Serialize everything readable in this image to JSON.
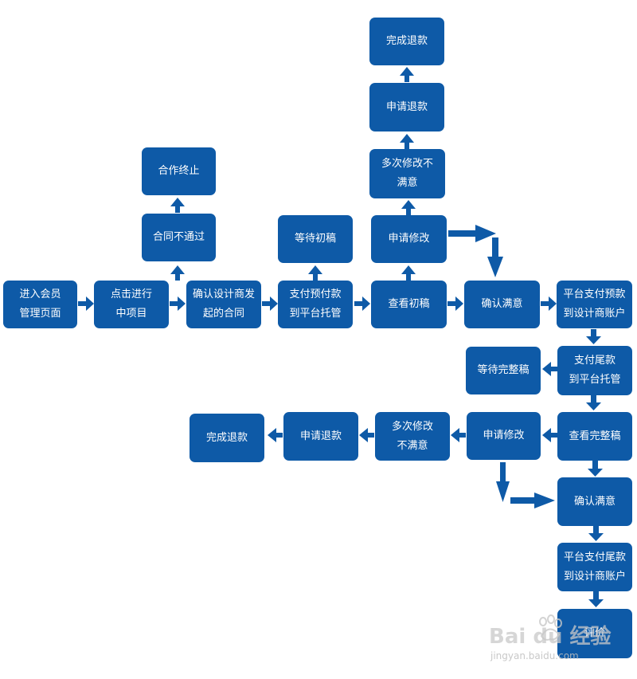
{
  "nodes": {
    "n1": {
      "lines": [
        "进入会员",
        "管理页面"
      ]
    },
    "n2": {
      "lines": [
        "点击进行",
        "中项目"
      ]
    },
    "n3": {
      "lines": [
        "确认设计商发",
        "起的合同"
      ]
    },
    "n4": {
      "lines": [
        "合同不通过"
      ]
    },
    "n5": {
      "lines": [
        "合作终止"
      ]
    },
    "n6": {
      "lines": [
        "支付预付款",
        "到平台托管"
      ]
    },
    "n7": {
      "lines": [
        "等待初稿"
      ]
    },
    "n8": {
      "lines": [
        "查看初稿"
      ]
    },
    "n9": {
      "lines": [
        "申请修改"
      ]
    },
    "n10": {
      "lines": [
        "多次修改不",
        "满意"
      ]
    },
    "n11": {
      "lines": [
        "申请退款"
      ]
    },
    "n12": {
      "lines": [
        "完成退款"
      ]
    },
    "n13": {
      "lines": [
        "确认满意"
      ]
    },
    "n14": {
      "lines": [
        "平台支付预款",
        "到设计商账户"
      ]
    },
    "n15": {
      "lines": [
        "支付尾款",
        "到平台托管"
      ]
    },
    "n16": {
      "lines": [
        "等待完整稿"
      ]
    },
    "n17": {
      "lines": [
        "查看完整稿"
      ]
    },
    "n18": {
      "lines": [
        "申请修改"
      ]
    },
    "n19": {
      "lines": [
        "多次修改",
        "不满意"
      ]
    },
    "n20": {
      "lines": [
        "申请退款"
      ]
    },
    "n21": {
      "lines": [
        "完成退款"
      ]
    },
    "n22": {
      "lines": [
        "确认满意"
      ]
    },
    "n23": {
      "lines": [
        "平台支付尾款",
        "到设计商账户"
      ]
    },
    "n24": {
      "lines": [
        "评价"
      ]
    }
  },
  "colors": {
    "node": "#0e5aa7",
    "arrow": "#0e5aa7",
    "text": "#ffffff"
  },
  "watermark": {
    "logo": "Bai du 经验",
    "url": "jingyan.baidu.com"
  }
}
